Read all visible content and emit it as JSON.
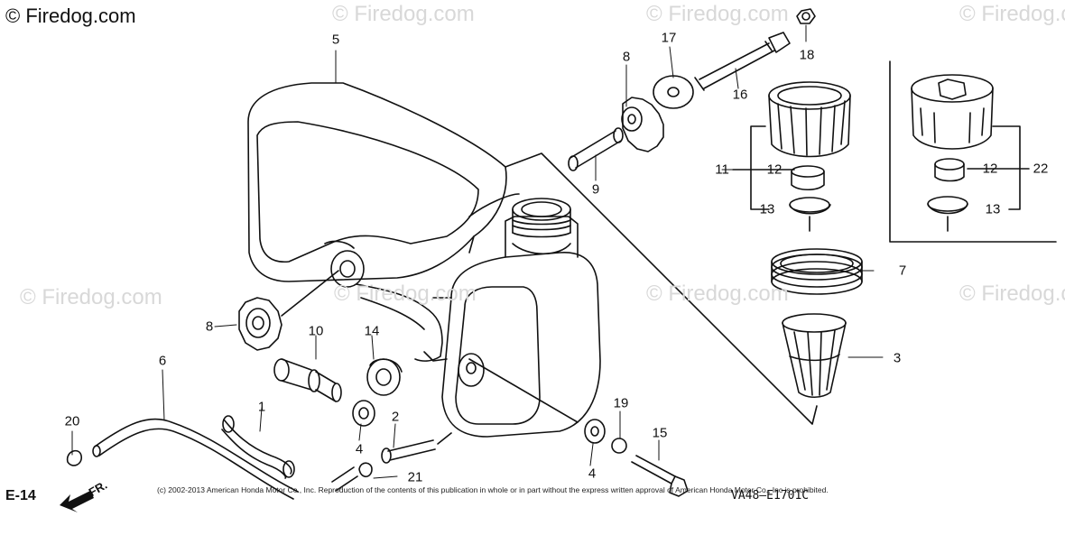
{
  "watermark": {
    "main": "© Firedog.com",
    "repeat": "© Firedog.com"
  },
  "footer": "(c) 2002-2013 American Honda Motor Co., Inc. Reproduction of the contents of this publication in whole or in part without the express written approval of American Honda Motor Co., Inc is prohibited.",
  "diagram_code": "VA48—E1701C",
  "reference": "E-14",
  "direction": "FR.",
  "callouts": [
    "5",
    "8",
    "17",
    "18",
    "16",
    "9",
    "11",
    "12",
    "13",
    "7",
    "3",
    "22",
    "12",
    "13",
    "8",
    "10",
    "14",
    "6",
    "1",
    "20",
    "4",
    "2",
    "21",
    "4",
    "19",
    "15"
  ]
}
